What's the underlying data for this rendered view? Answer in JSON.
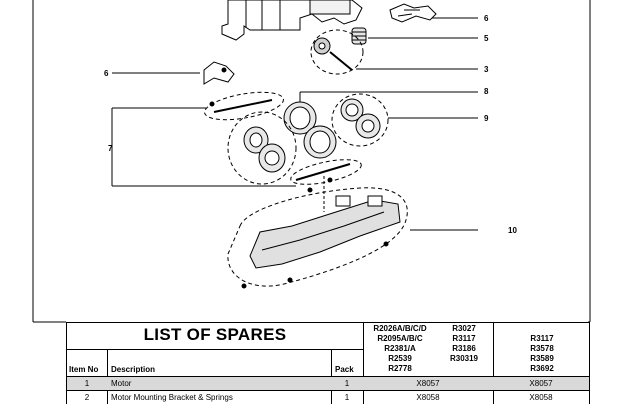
{
  "diagram": {
    "callouts": [
      "6",
      "5",
      "3",
      "6",
      "8",
      "9",
      "7",
      "10"
    ]
  },
  "spares": {
    "title": "LIST OF SPARES",
    "headers": {
      "item_no": "Item No",
      "description": "Description",
      "pack": "Pack"
    },
    "model_groups": [
      {
        "lines": [
          "R2026A/B/C/D",
          "R2095A/B/C",
          "R2381/A",
          "R2539",
          "R2778"
        ]
      },
      {
        "lines": [
          "R3027",
          "R3117",
          "R3186",
          "R30319"
        ]
      },
      {
        "lines": [
          "R3117",
          "R3578",
          "R3589",
          "R3692"
        ]
      }
    ],
    "rows": [
      {
        "item": "1",
        "description": "Motor",
        "pack": "1",
        "code_a": "X8057",
        "code_b": "X8057"
      },
      {
        "item": "2",
        "description": "Motor Mounting Bracket & Springs",
        "pack": "1",
        "code_a": "X8058",
        "code_b": "X8058"
      }
    ]
  }
}
